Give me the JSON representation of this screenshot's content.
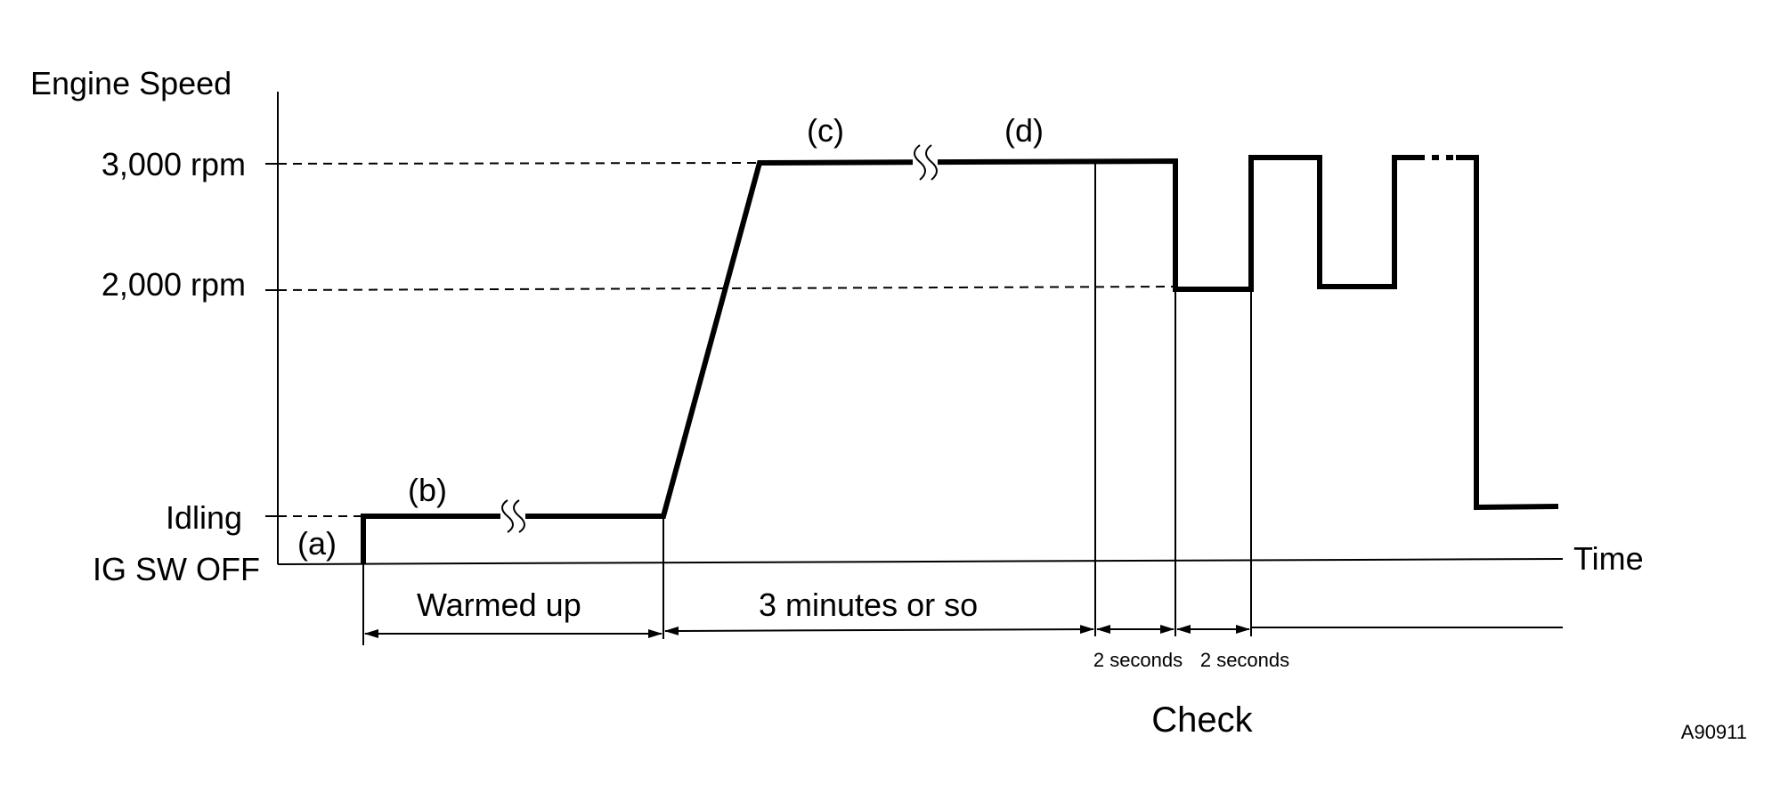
{
  "y_axis": {
    "title": "Engine Speed",
    "levels": [
      "3,000 rpm",
      "2,000 rpm",
      "Idling",
      "IG SW OFF"
    ]
  },
  "x_axis": {
    "label": "Time"
  },
  "phases": [
    "(a)",
    "(b)",
    "(c)",
    "(d)"
  ],
  "intervals": {
    "warm": "Warmed up",
    "three_min": "3 minutes or so",
    "two_sec_1": "2 seconds",
    "two_sec_2": "2 seconds"
  },
  "check_label": "Check",
  "figure_code": "A90911"
}
